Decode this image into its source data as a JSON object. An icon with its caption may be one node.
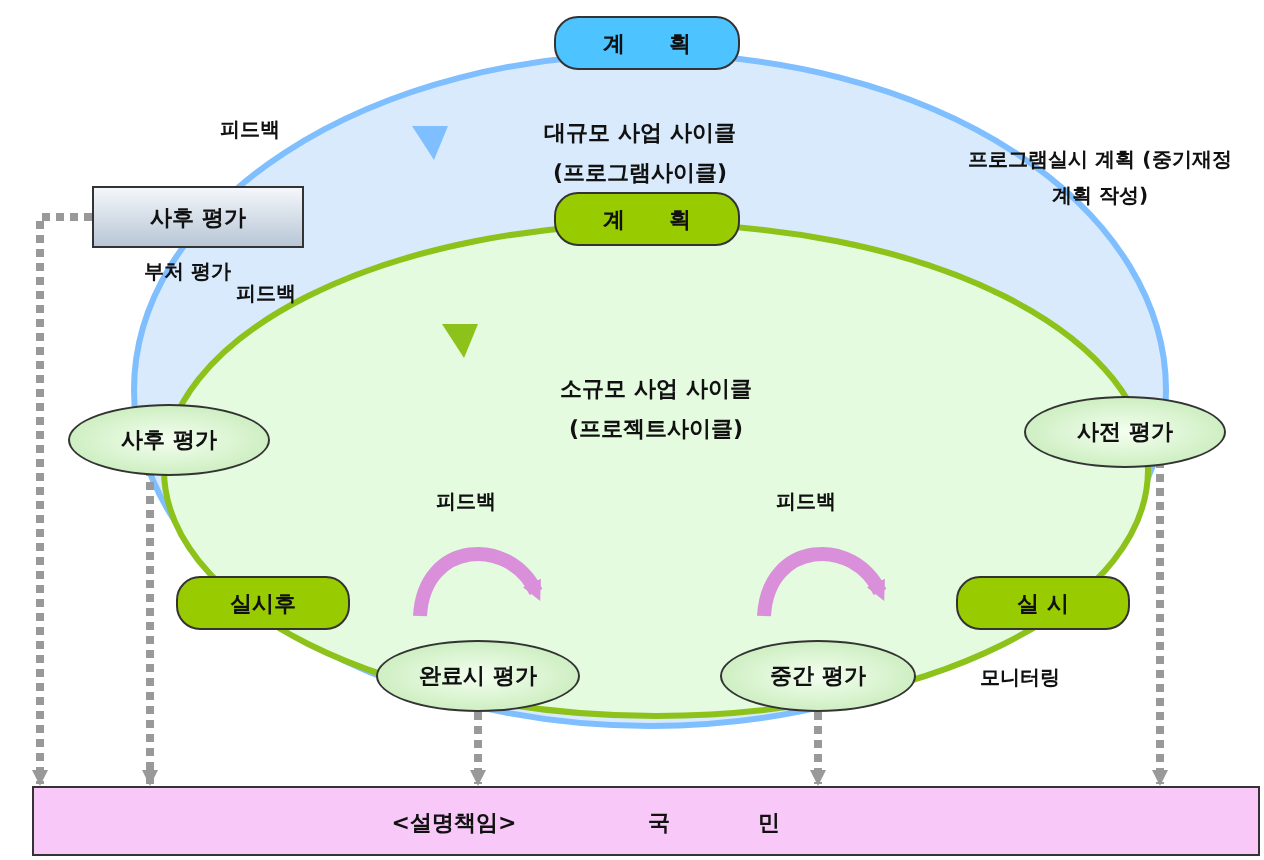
{
  "diagram": {
    "nodes": [
      {
        "text": [
          "대규모 사업 사이클 (프로그램사이클)"
        ]
      },
      {
        "text": [
          "계 획"
        ]
      },
      {
        "text": [
          "소규모 사업 사이클 (프로젝트사이클)"
        ],
        "in": 0
      },
      {
        "text": [
          "계 획"
        ],
        "in": 0
      },
      {
        "text": [
          "사후 평가"
        ]
      },
      {
        "text": [
          "사후 평가"
        ]
      },
      {
        "text": [
          "사전 평가"
        ]
      },
      {
        "text": [
          "실시후"
        ],
        "in": 2
      },
      {
        "text": [
          "실 시"
        ],
        "in": 2
      },
      {
        "text": [
          "완료시 평가"
        ],
        "in": 2
      },
      {
        "text": [
          "중간 평가"
        ],
        "in": 2
      },
      {
        "text": [
          "<설명책임>",
          "국 민"
        ]
      }
    ],
    "edges": [
      {
        "from": 4,
        "to": 11,
        "arrow": "to",
        "style": "dashed"
      },
      {
        "from": 5,
        "to": 11,
        "arrow": "to",
        "style": "dashed"
      },
      {
        "from": 9,
        "to": 11,
        "arrow": "to",
        "style": "dashed"
      },
      {
        "from": 10,
        "to": 11,
        "arrow": "to",
        "style": "dashed"
      },
      {
        "from": 6,
        "to": 11,
        "arrow": "to",
        "style": "dashed"
      }
    ],
    "labels": [
      "피드백",
      "프로그램실시 계획 (중기재정 계획 작성)",
      "부처 평가",
      "피드백",
      "피드백",
      "피드백",
      "모니터링"
    ]
  }
}
